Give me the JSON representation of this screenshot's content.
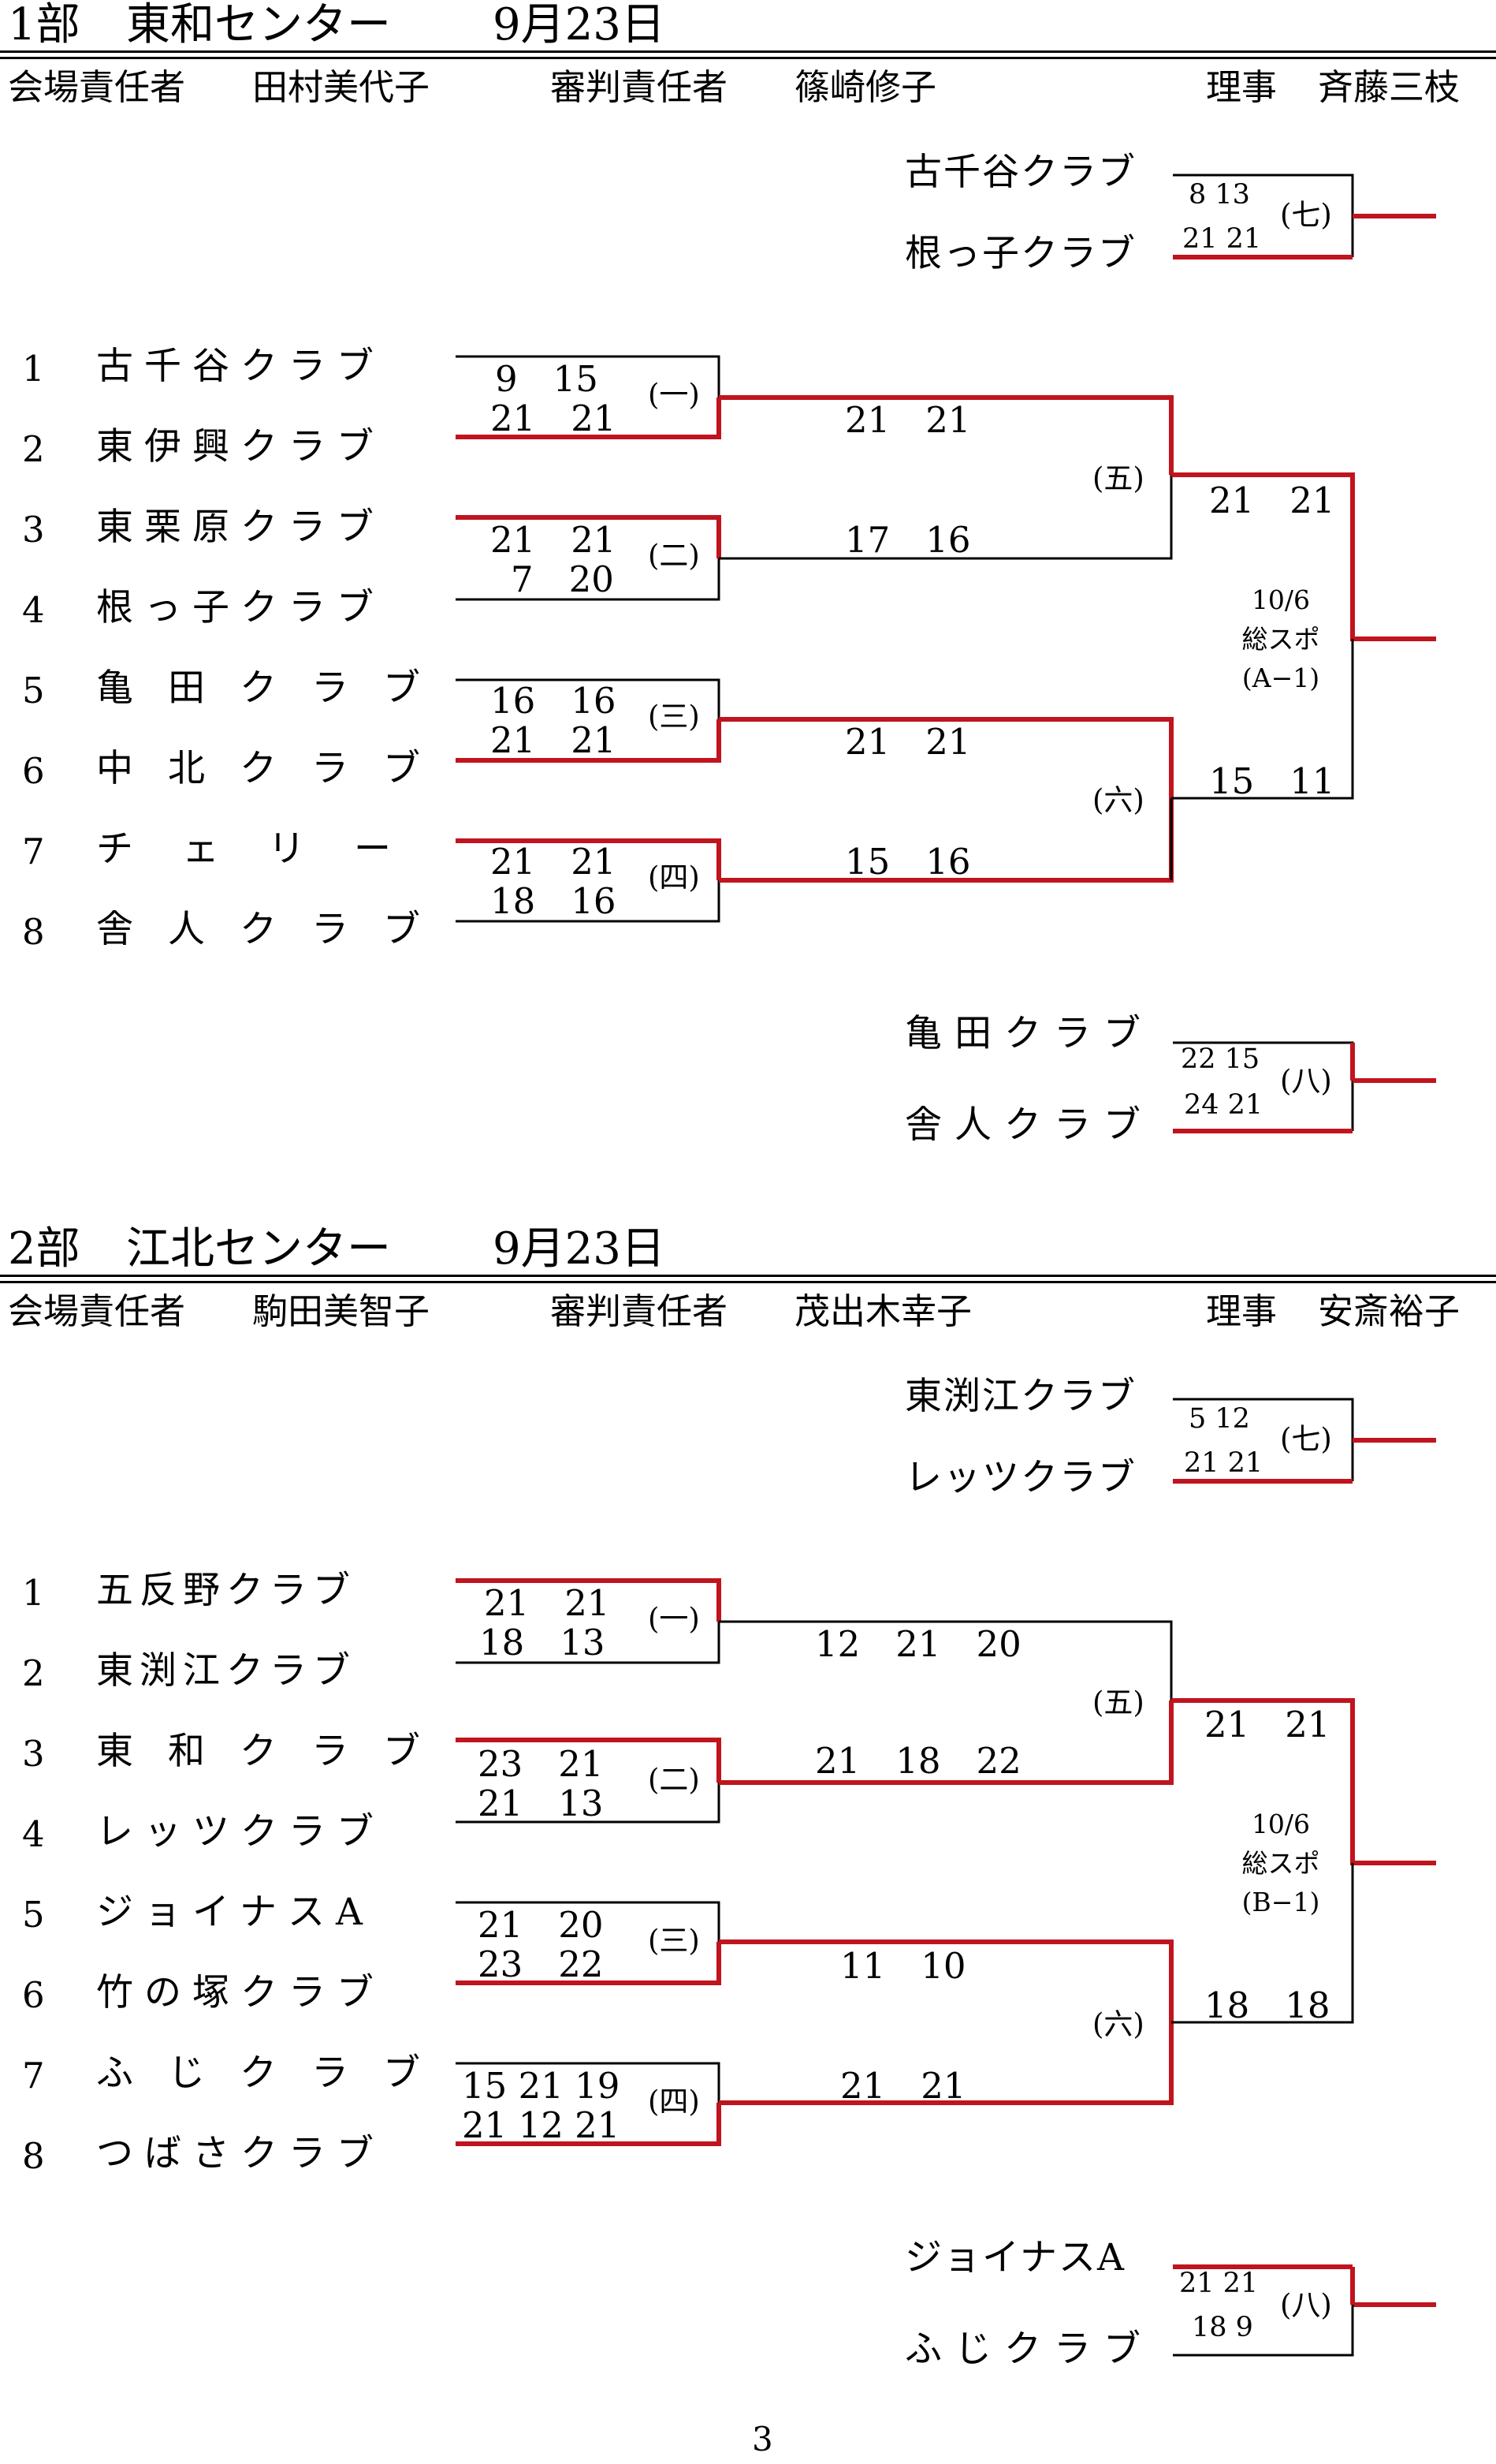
{
  "sections": [
    {
      "header": {
        "division": "1部",
        "venue": "東和センター",
        "date": "9月23日"
      },
      "staff": {
        "venue_label": "会場責任者",
        "venue_person": "田村美代子",
        "ref_label": "審判責任者",
        "ref_person": "篠崎修子",
        "director_label": "理事",
        "director_person": "斉藤三枝"
      },
      "top_match": {
        "team1": "古千谷クラブ",
        "team2": "根っ子クラブ",
        "s1": "8 13",
        "s2": "21 21",
        "id": "(七)"
      },
      "teams": [
        {
          "no": "1",
          "name": "古千谷クラブ"
        },
        {
          "no": "2",
          "name": "東伊興クラブ"
        },
        {
          "no": "3",
          "name": "東栗原クラブ"
        },
        {
          "no": "4",
          "name": "根っ子クラブ"
        },
        {
          "no": "5",
          "name": "亀田クラブ"
        },
        {
          "no": "6",
          "name": "中北クラブ"
        },
        {
          "no": "7",
          "name": "チェリー"
        },
        {
          "no": "8",
          "name": "舎人クラブ"
        }
      ],
      "r1": [
        {
          "id": "(一)",
          "top": "9　15",
          "bot": "21　21"
        },
        {
          "id": "(二)",
          "top": "21　21",
          "bot": "7　20"
        },
        {
          "id": "(三)",
          "top": "16　16",
          "bot": "21　21"
        },
        {
          "id": "(四)",
          "top": "21　21",
          "bot": "18　16"
        }
      ],
      "r2": [
        {
          "id": "(五)",
          "top": "21　21",
          "bot": "17　16"
        },
        {
          "id": "(六)",
          "top": "21　21",
          "bot": "15　16"
        }
      ],
      "final": {
        "top": "21　21",
        "bot": "15　11",
        "date": "10/6",
        "place": "総スポ",
        "code": "(A−1)"
      },
      "bottom_match": {
        "team1": "亀田クラブ",
        "team2": "舎人クラブ",
        "s1": "22 15",
        "s2": "24 21",
        "id": "(八)"
      }
    },
    {
      "header": {
        "division": "2部",
        "venue": "江北センター",
        "date": "9月23日"
      },
      "staff": {
        "venue_label": "会場責任者",
        "venue_person": "駒田美智子",
        "ref_label": "審判責任者",
        "ref_person": "茂出木幸子",
        "director_label": "理事",
        "director_person": "安斎裕子"
      },
      "top_match": {
        "team1": "東渕江クラブ",
        "team2": "レッツクラブ",
        "s1": "5 12",
        "s2": "21 21",
        "id": "(七)"
      },
      "teams": [
        {
          "no": "1",
          "name": "五反野クラブ"
        },
        {
          "no": "2",
          "name": "東渕江クラブ"
        },
        {
          "no": "3",
          "name": "東和クラブ"
        },
        {
          "no": "4",
          "name": "レッツクラブ"
        },
        {
          "no": "5",
          "name": "ジョイナスA"
        },
        {
          "no": "6",
          "name": "竹の塚クラブ"
        },
        {
          "no": "7",
          "name": "ふじクラブ"
        },
        {
          "no": "8",
          "name": "つばさクラブ"
        }
      ],
      "r1": [
        {
          "id": "(一)",
          "top": "21　21",
          "bot": "18　13"
        },
        {
          "id": "(二)",
          "top": "23　21",
          "bot": "21　13"
        },
        {
          "id": "(三)",
          "top": "21　20",
          "bot": "23　22"
        },
        {
          "id": "(四)",
          "top": "15 21 19",
          "bot": "21 12 21"
        }
      ],
      "r2": [
        {
          "id": "(五)",
          "top": "12　21　20",
          "bot": "21　18　22"
        },
        {
          "id": "(六)",
          "top": "11　10",
          "bot": "21　21"
        }
      ],
      "final": {
        "top": "21　21",
        "bot": "18　18",
        "date": "10/6",
        "place": "総スポ",
        "code": "(B−1)"
      },
      "bottom_match": {
        "team1": "ジョイナスA",
        "team2": "ふじクラブ",
        "s1": "21 21",
        "s2": "18 9",
        "id": "(八)"
      }
    }
  ],
  "page_number": "3"
}
